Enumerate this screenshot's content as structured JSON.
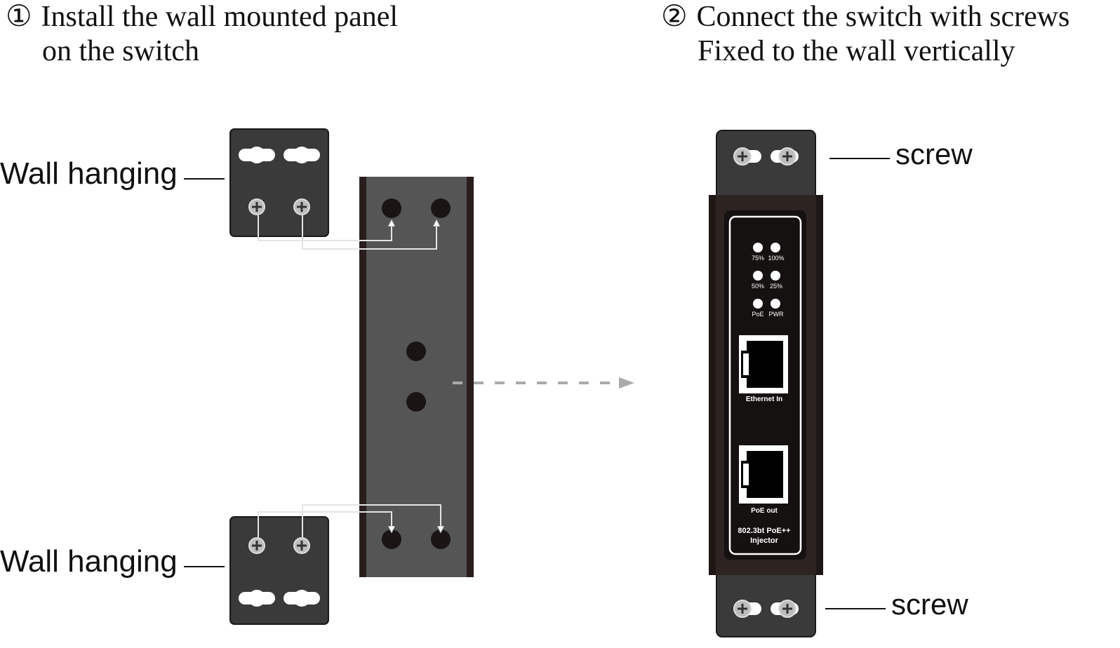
{
  "steps": [
    {
      "number": "①",
      "line1": "Install the wall mounted panel",
      "line2": "on the switch"
    },
    {
      "number": "②",
      "line1": "Connect the switch with screws",
      "line2": "Fixed to the wall vertically"
    }
  ],
  "labels": {
    "wall_hanging_top": "Wall hanging",
    "wall_hanging_bottom": "Wall hanging",
    "screw_top": "screw",
    "screw_bottom": "screw"
  },
  "device": {
    "leds": [
      "75%",
      "100%",
      "50%",
      "25%",
      "PoE",
      "PWR"
    ],
    "port_in": "Ethernet In",
    "port_out": "PoE out",
    "name_line1": "802.3bt PoE++",
    "name_line2": "Injector"
  },
  "colors": {
    "bracket": "#3a3a3a",
    "rail_body": "#555555",
    "rail_edge": "#2a1e1c",
    "device_body": "#2d2422",
    "arrow": "#aaaaaa"
  }
}
